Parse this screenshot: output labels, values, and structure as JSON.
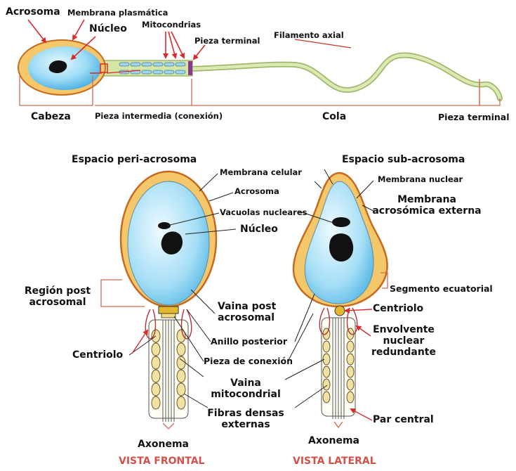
{
  "top": {
    "acrosoma": "Acrosoma",
    "membrana_plasmatica": "Membrana plasmática",
    "nucleo": "Núcleo",
    "mitocondrias": "Mitocondrias",
    "pieza_terminal": "Pieza terminal",
    "filamento_axial": "Filamento axial",
    "cabeza": "Cabeza",
    "pieza_intermedia": "Pieza intermedia (conexión)",
    "cola": "Cola",
    "pieza_terminal_bottom": "Pieza terminal"
  },
  "frontal": {
    "espacio_peri": "Espacio peri-acrosoma",
    "membrana_celular": "Membrana celular",
    "acrosoma": "Acrosoma",
    "vacuolas": "Vacuolas nucleares",
    "nucleo": "Núcleo",
    "region_post_l1": "Región post",
    "region_post_l2": "acrosomal",
    "vaina_post_l1": "Vaina post",
    "vaina_post_l2": "acrosomal",
    "anillo": "Anillo posterior",
    "centriolo": "Centriolo",
    "pieza_conexion": "Pieza de conexión",
    "vaina_mito_l1": "Vaina",
    "vaina_mito_l2": "mitocondrial",
    "fibras_l1": "Fibras densas",
    "fibras_l2": "externas",
    "axonema": "Axonema",
    "caption": "VISTA FRONTAL"
  },
  "lateral": {
    "espacio_sub": "Espacio sub-acrosoma",
    "membrana_nuclear": "Membrana nuclear",
    "membrana_acro_l1": "Membrana",
    "membrana_acro_l2": "acrosómica externa",
    "segmento": "Segmento ecuatorial",
    "centriolo": "Centriolo",
    "envolvente_l1": "Envolvente",
    "envolvente_l2": "nuclear",
    "envolvente_l3": "redundante",
    "par_central": "Par central",
    "axonema": "Axonema",
    "caption": "VISTA LATERAL"
  },
  "colors": {
    "cytoplasm": "#8dd3f1",
    "acrosome": "#f4c86a",
    "membrane": "#c76a1e",
    "tail": "#cfe0a0",
    "mitochondria": "#e9d893",
    "arrow_red": "#d92b2b",
    "caption_red": "#d6504a"
  }
}
